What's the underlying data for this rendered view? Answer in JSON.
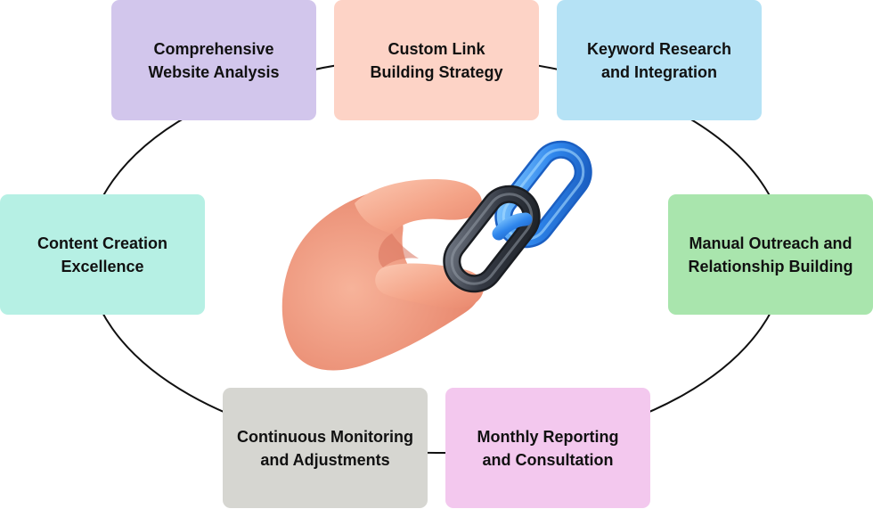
{
  "colors": {
    "ring": "#111111",
    "skin": "#f5a98e",
    "chain_blue": "#3d8ef0",
    "chain_dark": "#3a3f4a"
  },
  "illustration": {
    "icon": "hand-holding-chain-link-icon"
  },
  "boxes": [
    {
      "label": "Comprehensive\nWebsite Analysis",
      "color": "#d2c6ec"
    },
    {
      "label": "Custom Link\nBuilding Strategy",
      "color": "#fdd3c6"
    },
    {
      "label": "Keyword Research\nand Integration",
      "color": "#b5e2f5"
    },
    {
      "label": "Content Creation\nExcellence",
      "color": "#b6f0e4"
    },
    {
      "label": "Manual Outreach and\nRelationship Building",
      "color": "#a9e5ad"
    },
    {
      "label": "Continuous Monitoring\nand Adjustments",
      "color": "#d6d6d1"
    },
    {
      "label": "Monthly Reporting\nand Consultation",
      "color": "#f3c8ee"
    }
  ]
}
